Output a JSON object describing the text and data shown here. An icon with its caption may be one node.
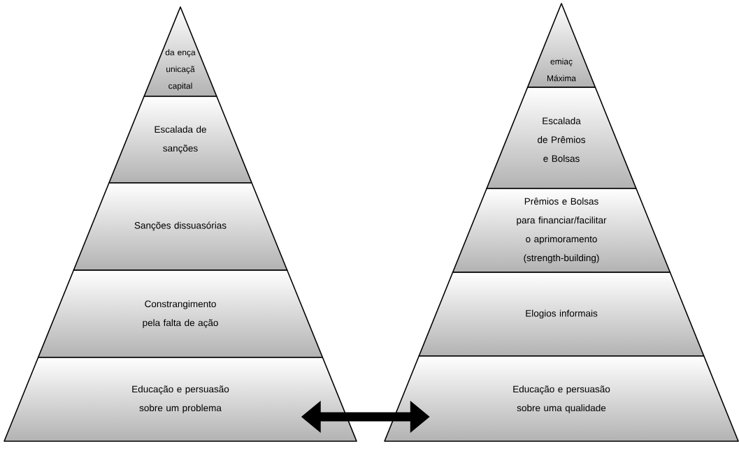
{
  "diagram": {
    "nodes": [
      {
        "text": [
          "da ença unicaçã capital"
        ]
      },
      {
        "text": [
          "Escalada de sanções"
        ]
      },
      {
        "text": [
          "Sanções dissuasórias"
        ]
      },
      {
        "text": [
          "Constrangimento pela falta de ação"
        ]
      },
      {
        "text": [
          "Educação e persuasão sobre um problema"
        ]
      },
      {
        "text": [
          "emiaç Máxima"
        ]
      },
      {
        "text": [
          "Escalada de Prêmios e Bolsas"
        ]
      },
      {
        "text": [
          "Prêmios e Bolsas para financiar/facilitar o aprimoramento (strength-building)"
        ]
      },
      {
        "text": [
          "Elogios informais"
        ]
      },
      {
        "text": [
          "Educação e persuasão sobre uma qualidade"
        ]
      }
    ],
    "edges": [
      {
        "from": 4,
        "to": 9,
        "arrow": "both"
      }
    ]
  }
}
